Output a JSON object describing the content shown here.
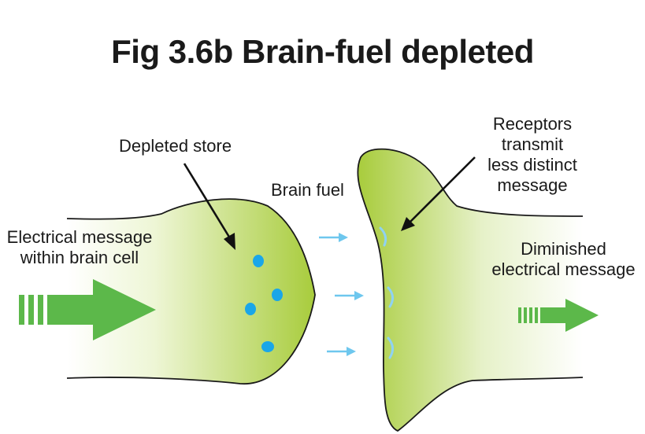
{
  "title": "Fig 3.6b Brain-fuel depleted",
  "labels": {
    "depleted_store": "Depleted store",
    "brain_fuel": "Brain fuel",
    "receptors": [
      "Receptors",
      "transmit",
      "less distinct",
      "message"
    ],
    "electrical_message": [
      "Electrical message",
      "within brain cell"
    ],
    "diminished": [
      "Diminished",
      "electrical message"
    ]
  },
  "colors": {
    "cell_green": "#a8cc3c",
    "arrow_green": "#5cb84a",
    "fuel_blue": "#1aa6e8",
    "flow_arrow_blue": "#6ec7ee",
    "receptor_blue": "#8fd2f2"
  }
}
